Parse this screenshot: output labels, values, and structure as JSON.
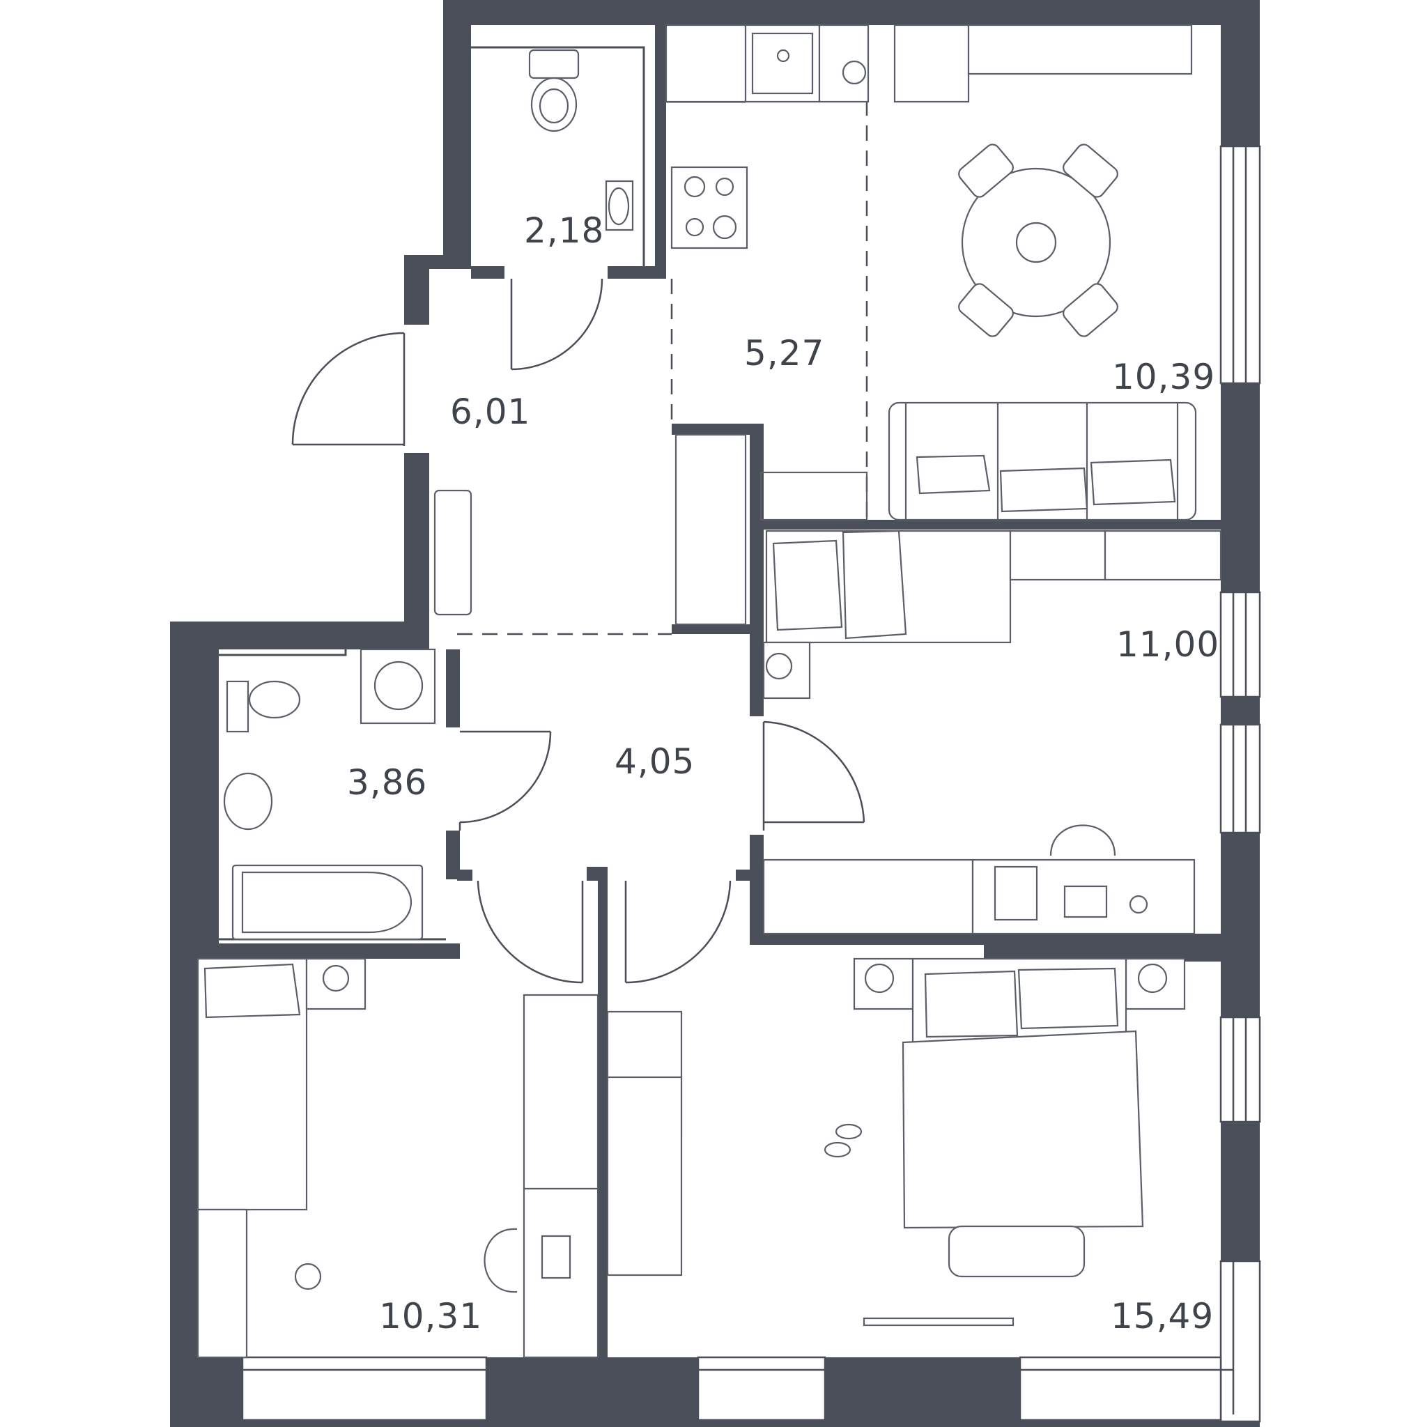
{
  "plan": {
    "wall_color": "#4b4f59",
    "rooms": [
      {
        "id": "wc",
        "area": "2,18"
      },
      {
        "id": "kitchen",
        "area": "5,27"
      },
      {
        "id": "living",
        "area": "10,39"
      },
      {
        "id": "hall",
        "area": "6,01"
      },
      {
        "id": "bedroom-small",
        "area": "11,00"
      },
      {
        "id": "bathroom",
        "area": "3,86"
      },
      {
        "id": "corridor",
        "area": "4,05"
      },
      {
        "id": "kids-room",
        "area": "10,31"
      },
      {
        "id": "master-bedroom",
        "area": "15,49"
      }
    ]
  }
}
